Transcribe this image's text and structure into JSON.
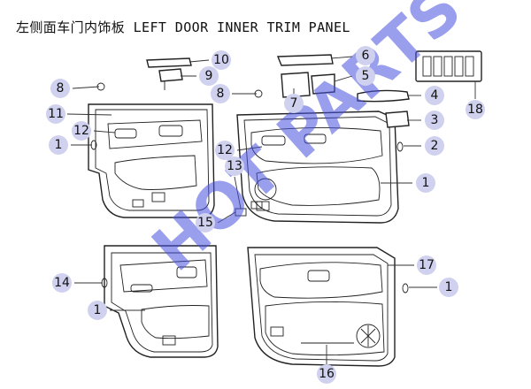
{
  "title": "左侧面车门内饰板 LEFT DOOR INNER TRIM PANEL",
  "watermark": "HOT PARTS",
  "colors": {
    "callout_fill": "#cfd1ef",
    "watermark": "#4650dc",
    "line": "#222222"
  },
  "callouts": [
    {
      "label": "1"
    },
    {
      "label": "1"
    },
    {
      "label": "1"
    },
    {
      "label": "1"
    },
    {
      "label": "2"
    },
    {
      "label": "3"
    },
    {
      "label": "4"
    },
    {
      "label": "5"
    },
    {
      "label": "6"
    },
    {
      "label": "7"
    },
    {
      "label": "8"
    },
    {
      "label": "8"
    },
    {
      "label": "9"
    },
    {
      "label": "10"
    },
    {
      "label": "11"
    },
    {
      "label": "12"
    },
    {
      "label": "12"
    },
    {
      "label": "13"
    },
    {
      "label": "14"
    },
    {
      "label": "15"
    },
    {
      "label": "16"
    },
    {
      "label": "17"
    },
    {
      "label": "18"
    }
  ]
}
